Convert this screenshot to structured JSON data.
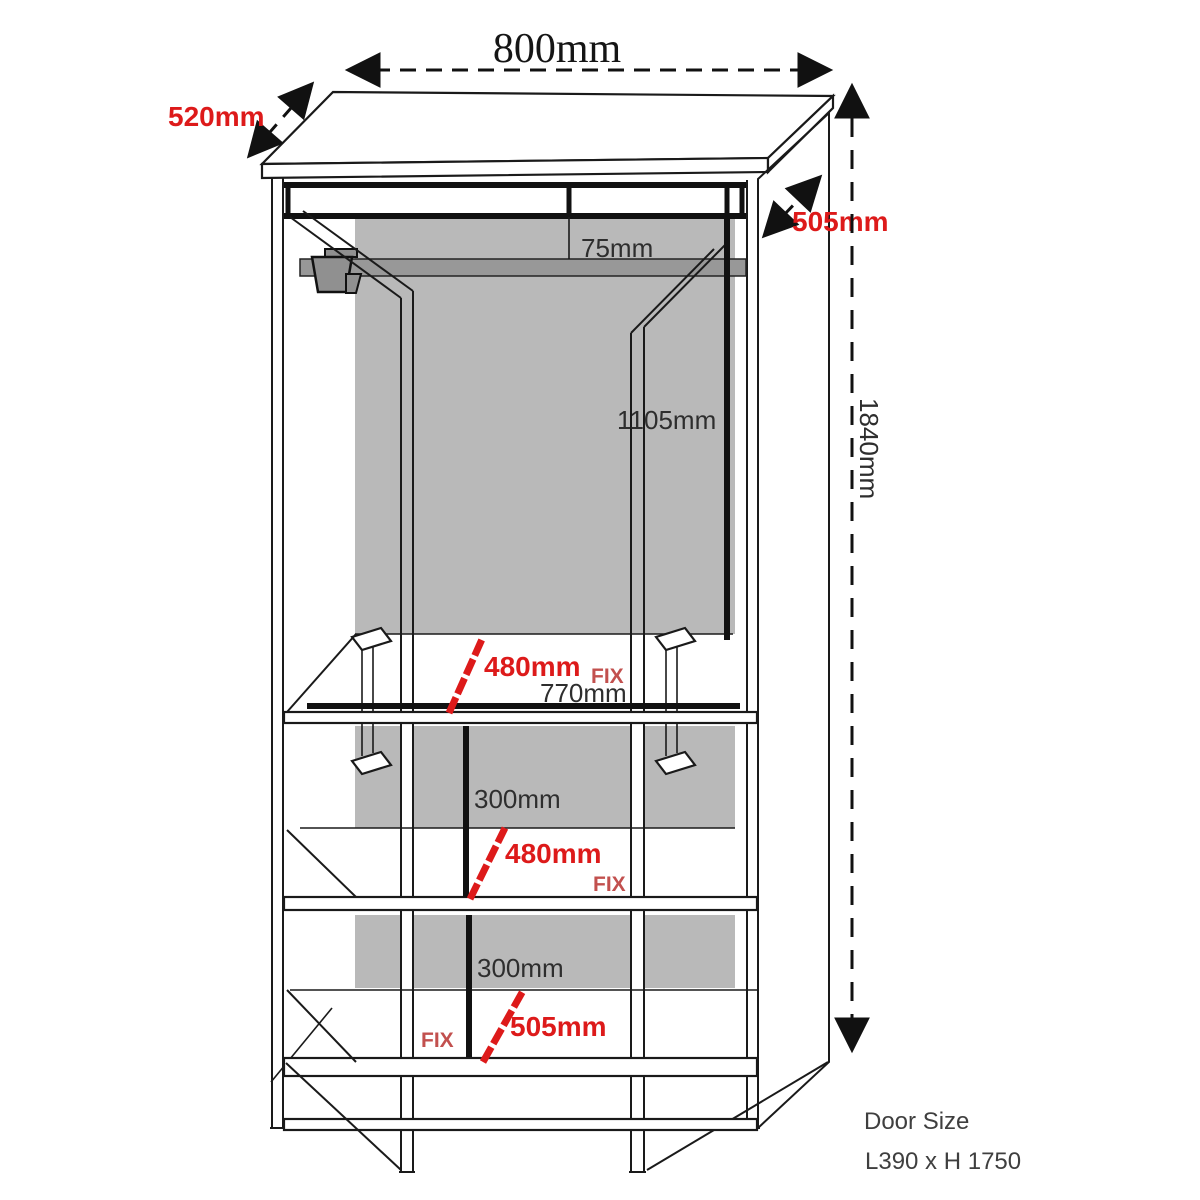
{
  "diagram": {
    "type": "wardrobe-dimension-drawing",
    "colors": {
      "dimension_red": "#dd1a1a",
      "fix_red": "#c2504e",
      "panel_gray": "#b9b9b9",
      "rail_gray": "#989898",
      "bracket_gray": "#909090",
      "line_black": "#1a1a1a",
      "note_gray": "#3f3f3f"
    },
    "dimensions": {
      "overall_width": "800mm",
      "top_depth": "520mm",
      "side_depth": "505mm",
      "top_rail_height": "75mm",
      "hanging_space_height": "1105mm",
      "overall_height": "1840mm",
      "shelf1_depth": "480mm",
      "shelf1_fix": "FIX",
      "shelf_width": "770mm",
      "shelf_gap_1": "300mm",
      "shelf2_depth": "480mm",
      "shelf2_fix": "FIX",
      "shelf_gap_2": "300mm",
      "base_fix": "FIX",
      "base_depth": "505mm"
    },
    "door_note": {
      "title": "Door Size",
      "value": "L390 x H 1750"
    }
  }
}
